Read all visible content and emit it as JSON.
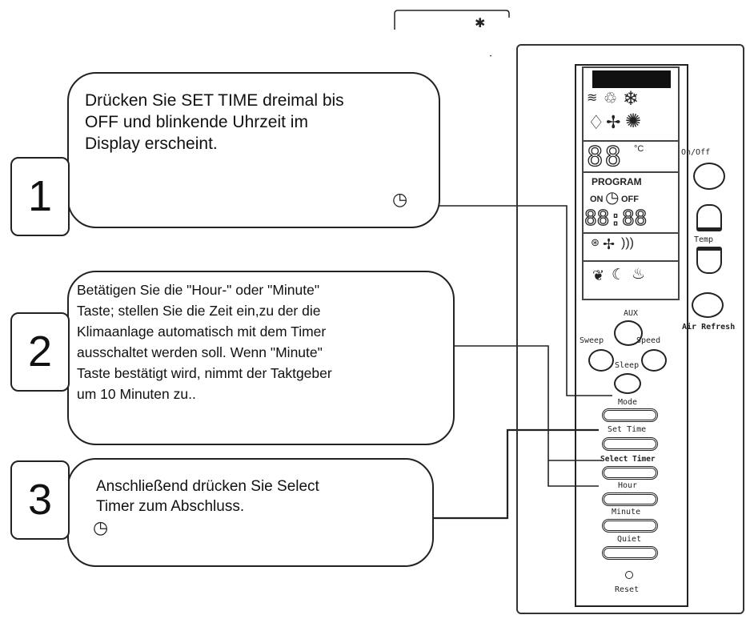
{
  "steps": [
    {
      "number": "1",
      "text": "Drücken Sie SET  TIME  dreimal bis\nOFF  und blinkende  Uhrzeit       im\nDisplay erscheint."
    },
    {
      "number": "2",
      "text": "Betätigen Sie die \"Hour-\" oder \"Minute\"\nTaste;     stellen Sie die Zeit ein,zu der die\nKlimaanlage automatisch mit dem Timer\nausschaltet werden soll. Wenn \"Minute\"\nTaste bestätigt wird, nimmt der Taktgeber\num 10 Minuten zu.."
    },
    {
      "number": "3",
      "text": "Anschließend drücken Sie Select\n        Timer zum Abschluss."
    }
  ],
  "remote": {
    "display": {
      "temp_digits": "88",
      "temp_unit": "°C",
      "program_label": "PROGRAM",
      "on_label": "ON",
      "off_label": "OFF",
      "time_digits": "88:88"
    },
    "buttons": {
      "on_off": "On/Off",
      "temp": "Temp",
      "air_refresh": "Air Refresh",
      "aux": "AUX",
      "sweep": "Sweep",
      "speed": "Speed",
      "sleep": "Sleep",
      "mode": "Mode",
      "set_time": "Set Time",
      "select_timer": "Select Timer",
      "hour": "Hour",
      "minute": "Minute",
      "quiet": "Quiet",
      "reset": "Reset"
    }
  },
  "icons": [
    "clock-icon",
    "snowflake-icon",
    "water-drop-icon",
    "fan-icon",
    "sun-icon",
    "leaf-icon",
    "heat-icon",
    "swing-icon",
    "signal-icon"
  ],
  "colors": {
    "line": "#222222",
    "background": "#ffffff"
  }
}
